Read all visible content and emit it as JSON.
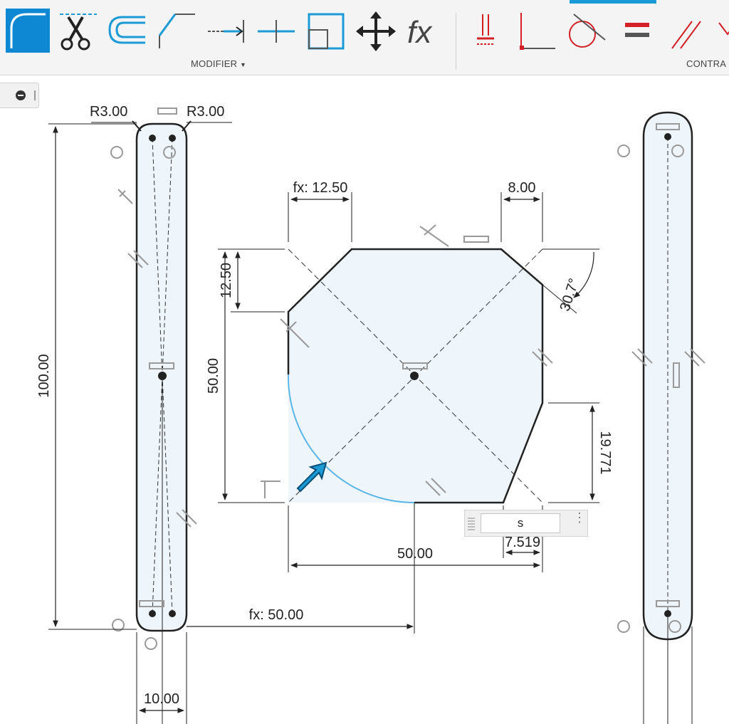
{
  "toolbar": {
    "groups": [
      {
        "label": "MODIFIER"
      },
      {
        "label": "CONTRA"
      }
    ],
    "tools": [
      {
        "icon": "fillet-icon",
        "active": true
      },
      {
        "icon": "trim-scissors-icon"
      },
      {
        "icon": "offset-icon"
      },
      {
        "icon": "extend-icon"
      },
      {
        "icon": "break-icon"
      },
      {
        "icon": "split-icon"
      },
      {
        "icon": "scale-icon"
      },
      {
        "icon": "move-icon"
      },
      {
        "icon": "change-parameters-icon",
        "text": "fx"
      },
      {
        "icon": "fix-constraint-icon"
      },
      {
        "icon": "perpendicular-constraint-icon"
      },
      {
        "icon": "tangent-constraint-icon"
      },
      {
        "icon": "equal-constraint-icon"
      },
      {
        "icon": "parallel-constraint-icon"
      }
    ],
    "accent": "#1b9ad6",
    "constraint_color": "#d32027"
  },
  "canvas": {
    "dimensions": {
      "r_left": "R3.00",
      "r_right": "R3.00",
      "height_100": "100.00",
      "width_10": "10.00",
      "fx_12_50": "fx: 12.50",
      "dim_8": "8.00",
      "dim_12_50": "12.50",
      "dim_50_vertical": "50.00",
      "angle": "30.7°",
      "dim_19_771": "19.771",
      "dim_50_horizontal": "50.00",
      "dim_7_519": "7.519",
      "fx_50": "fx: 50.00"
    },
    "sketch_fill": "#eef5fb",
    "preview_arc_color": "#5ab6e6"
  },
  "dimension_input": {
    "value": "s"
  }
}
